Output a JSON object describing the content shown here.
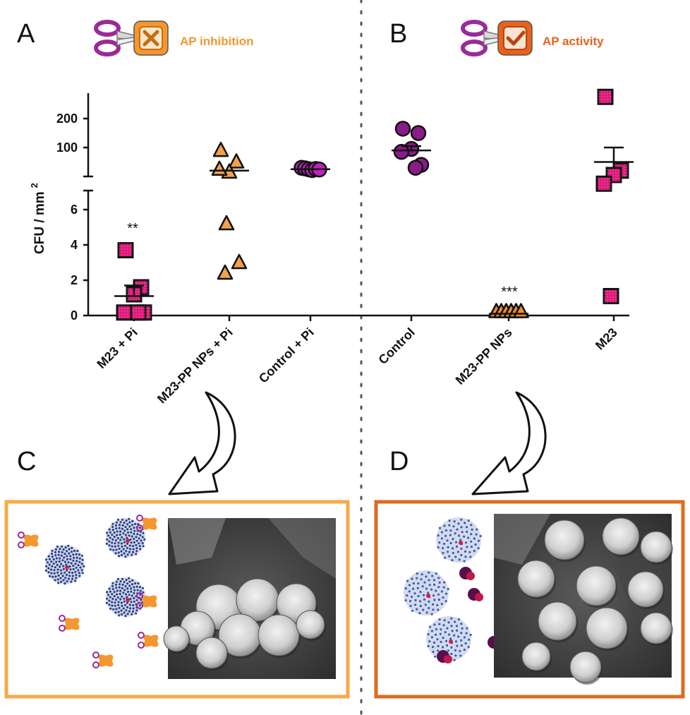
{
  "panels": {
    "A": {
      "letter": "A",
      "title": "AP inhibition",
      "color": "#f5962f"
    },
    "B": {
      "letter": "B",
      "title": "AP activity",
      "color": "#e8621c"
    },
    "C": {
      "letter": "C",
      "border_color": "#f7a94b"
    },
    "D": {
      "letter": "D",
      "border_color": "#e06a1f"
    }
  },
  "chart_data": {
    "type": "scatter",
    "ylabel": "CFU / mm",
    "ylabel_superscript": "2",
    "y_axis_break": true,
    "ylim_lower": [
      0,
      7
    ],
    "ylim_upper": [
      0,
      280
    ],
    "yticks_lower": [
      "0",
      "2",
      "4",
      "6"
    ],
    "yticks_upper": [
      "100",
      "200"
    ],
    "categories": [
      "M23 + Pi",
      "M23-PP NPs + Pi",
      "Control + Pi",
      "Control",
      "M23-PP NPs",
      "M23"
    ],
    "series": [
      {
        "category": "M23 + Pi",
        "marker": "square",
        "color": "#e0197a",
        "values": [
          3.7,
          1.6,
          1.2,
          0.05,
          0.05,
          0.05
        ],
        "mean": 1.1,
        "sem": 0.6,
        "significance": "**"
      },
      {
        "category": "M23-PP NPs + Pi",
        "marker": "triangle",
        "color": "#f5a04a",
        "values_upper": [
          90,
          50,
          15,
          25
        ],
        "values_lower": [
          5.2,
          3.0,
          2.4
        ],
        "mean_upper": 20,
        "significance": ""
      },
      {
        "category": "Control + Pi",
        "marker": "circle",
        "color": "#c020c0",
        "values_upper": [
          30,
          28,
          25,
          22,
          26,
          24
        ],
        "mean_upper": 25,
        "significance": ""
      },
      {
        "category": "Control",
        "marker": "circle",
        "color": "#8b1a8b",
        "values_upper": [
          165,
          150,
          95,
          85,
          40,
          30
        ],
        "mean_upper": 90,
        "sem_upper": 15,
        "significance": ""
      },
      {
        "category": "M23-PP NPs",
        "marker": "triangle",
        "color": "#f08a30",
        "values": [
          0.1,
          0.1,
          0.1,
          0.1,
          0.1,
          0.1
        ],
        "mean": 0.1,
        "significance": "***"
      },
      {
        "category": "M23",
        "marker": "square",
        "color": "#e0197a",
        "values_upper": [
          275,
          20,
          5,
          -25
        ],
        "values_lower": [
          1.1
        ],
        "mean_upper": 50,
        "sem_upper": 50,
        "significance": ""
      }
    ]
  }
}
